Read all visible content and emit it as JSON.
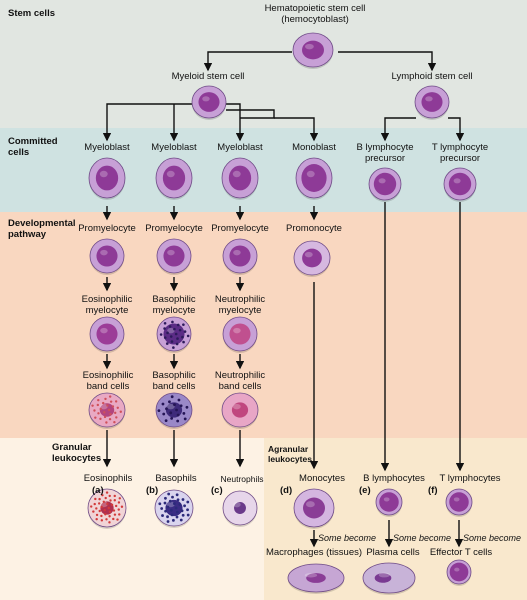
{
  "sections": {
    "stem": "Stem cells",
    "committed": "Committed cells",
    "developmental": "Developmental pathway",
    "granular": "Granular leukocytes",
    "agranular": "Agranular leukocytes"
  },
  "cells": {
    "hsc": "Hematopoietic stem cell (hemocytoblast)",
    "myeloid_stem": "Myeloid stem cell",
    "lymphoid_stem": "Lymphoid stem cell",
    "myeloblast_1": "Myeloblast",
    "myeloblast_2": "Myeloblast",
    "myeloblast_3": "Myeloblast",
    "monoblast": "Monoblast",
    "b_precursor": "B lymphocyte precursor",
    "t_precursor": "T lymphocyte precursor",
    "promyelocyte_1": "Promyelocyte",
    "promyelocyte_2": "Promyelocyte",
    "promyelocyte_3": "Promyelocyte",
    "promonocyte": "Promonocyte",
    "eos_myelocyte": "Eosinophilic myelocyte",
    "baso_myelocyte": "Basophilic myelocyte",
    "neut_myelocyte": "Neutrophilic myelocyte",
    "eos_band": "Eosinophilic band cells",
    "baso_band": "Basophilic band cells",
    "neut_band": "Neutrophilic band cells",
    "eosinophils": "Eosinophils",
    "basophils": "Basophils",
    "neutrophils": "Neutrophils",
    "monocytes": "Monocytes",
    "b_lymphocytes": "B lymphocytes",
    "t_lymphocytes": "T lymphocytes",
    "macrophages": "Macrophages (tissues)",
    "plasma_cells": "Plasma cells",
    "effector_t": "Effector T cells"
  },
  "tags": {
    "a": "(a)",
    "b": "(b)",
    "c": "(c)",
    "d": "(d)",
    "e": "(e)",
    "f": "(f)"
  },
  "notes": {
    "some_become_1": "Some become",
    "some_become_2": "Some become",
    "some_become_3": "Some become"
  },
  "colors": {
    "stem_band": "#e1e6e1",
    "committed_band": "#cfe2e1",
    "developmental_band": "#f9d7c0",
    "granular_band": "#fdf2e4",
    "agranular_band": "#f9e8cd",
    "cell_membrane": "#c7a0d6",
    "cell_nucleus": "#8e3a97"
  }
}
